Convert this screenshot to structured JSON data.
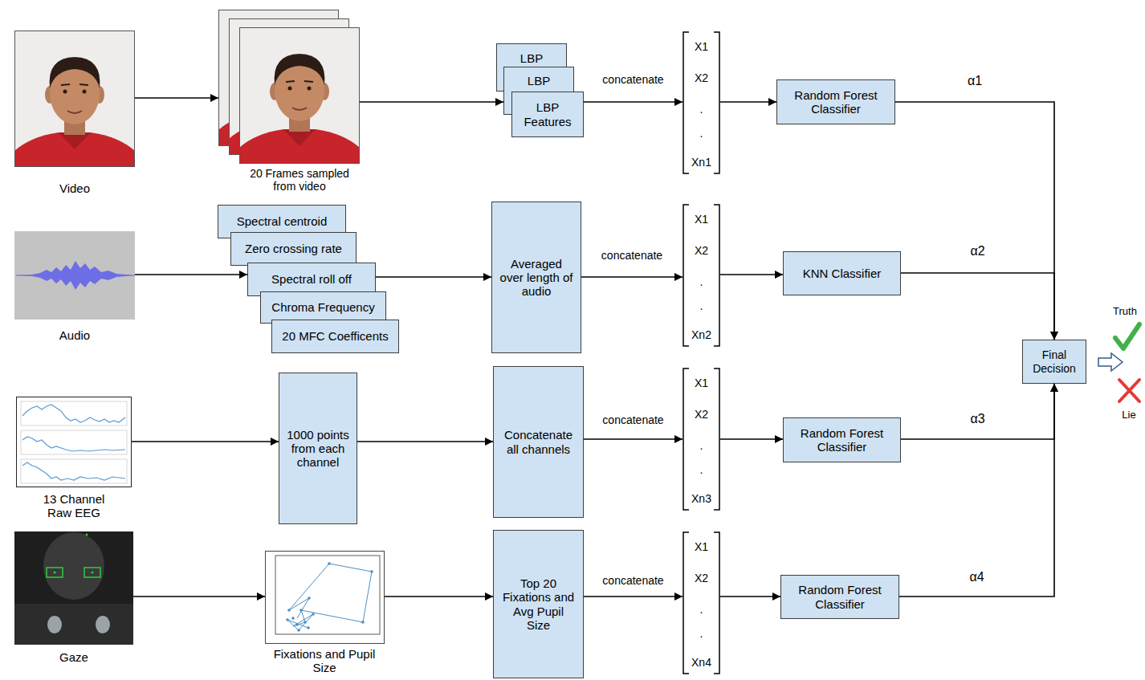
{
  "diagram": {
    "nodes": [
      {
        "text": [
          "Video"
        ]
      },
      {
        "text": [
          "20 Frames sampled from video"
        ]
      },
      {
        "text": [
          "LBP"
        ]
      },
      {
        "text": [
          "LBP"
        ]
      },
      {
        "text": [
          "LBP Features"
        ]
      },
      {
        "text": [
          "X1",
          "X2",
          ".",
          ".",
          "Xn1"
        ]
      },
      {
        "text": [
          "Random Forest Classifier"
        ]
      },
      {
        "text": [
          "Audio"
        ]
      },
      {
        "text": [
          "Spectral centroid"
        ]
      },
      {
        "text": [
          "Zero crossing rate"
        ]
      },
      {
        "text": [
          "Spectral roll off"
        ]
      },
      {
        "text": [
          "Chroma Frequency"
        ]
      },
      {
        "text": [
          "20 MFC Coefficents"
        ]
      },
      {
        "text": [
          "Averaged over length of audio"
        ]
      },
      {
        "text": [
          "X1",
          "X2",
          ".",
          ".",
          "Xn2"
        ]
      },
      {
        "text": [
          "KNN Classifier"
        ]
      },
      {
        "text": [
          "13 Channel Raw EEG"
        ]
      },
      {
        "text": [
          "1000 points from each channel"
        ]
      },
      {
        "text": [
          "Concatenate all channels"
        ]
      },
      {
        "text": [
          "X1",
          "X2",
          ".",
          ".",
          "Xn3"
        ]
      },
      {
        "text": [
          "Random Forest Classifier"
        ]
      },
      {
        "text": [
          "Gaze"
        ]
      },
      {
        "text": [
          "Fixations and Pupil Size"
        ]
      },
      {
        "text": [
          "Top 20 Fixations and Avg Pupil Size"
        ]
      },
      {
        "text": [
          "X1",
          "X2",
          ".",
          ".",
          "Xn4"
        ]
      },
      {
        "text": [
          "Random Forest Classifier"
        ]
      },
      {
        "text": [
          "Final Decision"
        ]
      }
    ],
    "edges": [
      {
        "from": 0,
        "to": 1,
        "arrow": "to"
      },
      {
        "from": 1,
        "to": 3,
        "arrow": "to"
      },
      {
        "from": 4,
        "to": 5,
        "label": "concatenate",
        "arrow": "to"
      },
      {
        "from": 5,
        "to": 6,
        "arrow": "to"
      },
      {
        "from": 6,
        "to": 26,
        "label": "α1",
        "arrow": "to"
      },
      {
        "from": 7,
        "to": 10,
        "arrow": "to"
      },
      {
        "from": 10,
        "to": 13,
        "arrow": "to"
      },
      {
        "from": 13,
        "to": 14,
        "label": "concatenate",
        "arrow": "to"
      },
      {
        "from": 14,
        "to": 15,
        "arrow": "to"
      },
      {
        "from": 15,
        "to": 26,
        "label": "α2",
        "arrow": "to"
      },
      {
        "from": 16,
        "to": 17,
        "arrow": "to"
      },
      {
        "from": 17,
        "to": 18,
        "arrow": "to"
      },
      {
        "from": 18,
        "to": 19,
        "label": "concatenate",
        "arrow": "to"
      },
      {
        "from": 19,
        "to": 20,
        "arrow": "to"
      },
      {
        "from": 20,
        "to": 26,
        "label": "α3",
        "arrow": "to"
      },
      {
        "from": 21,
        "to": 22,
        "arrow": "to"
      },
      {
        "from": 22,
        "to": 23,
        "arrow": "to"
      },
      {
        "from": 23,
        "to": 24,
        "label": "concatenate",
        "arrow": "to"
      },
      {
        "from": 24,
        "to": 25,
        "arrow": "to"
      },
      {
        "from": 25,
        "to": 26,
        "label": "α4",
        "arrow": "to"
      }
    ],
    "labels": [
      "Truth",
      "Lie"
    ]
  }
}
